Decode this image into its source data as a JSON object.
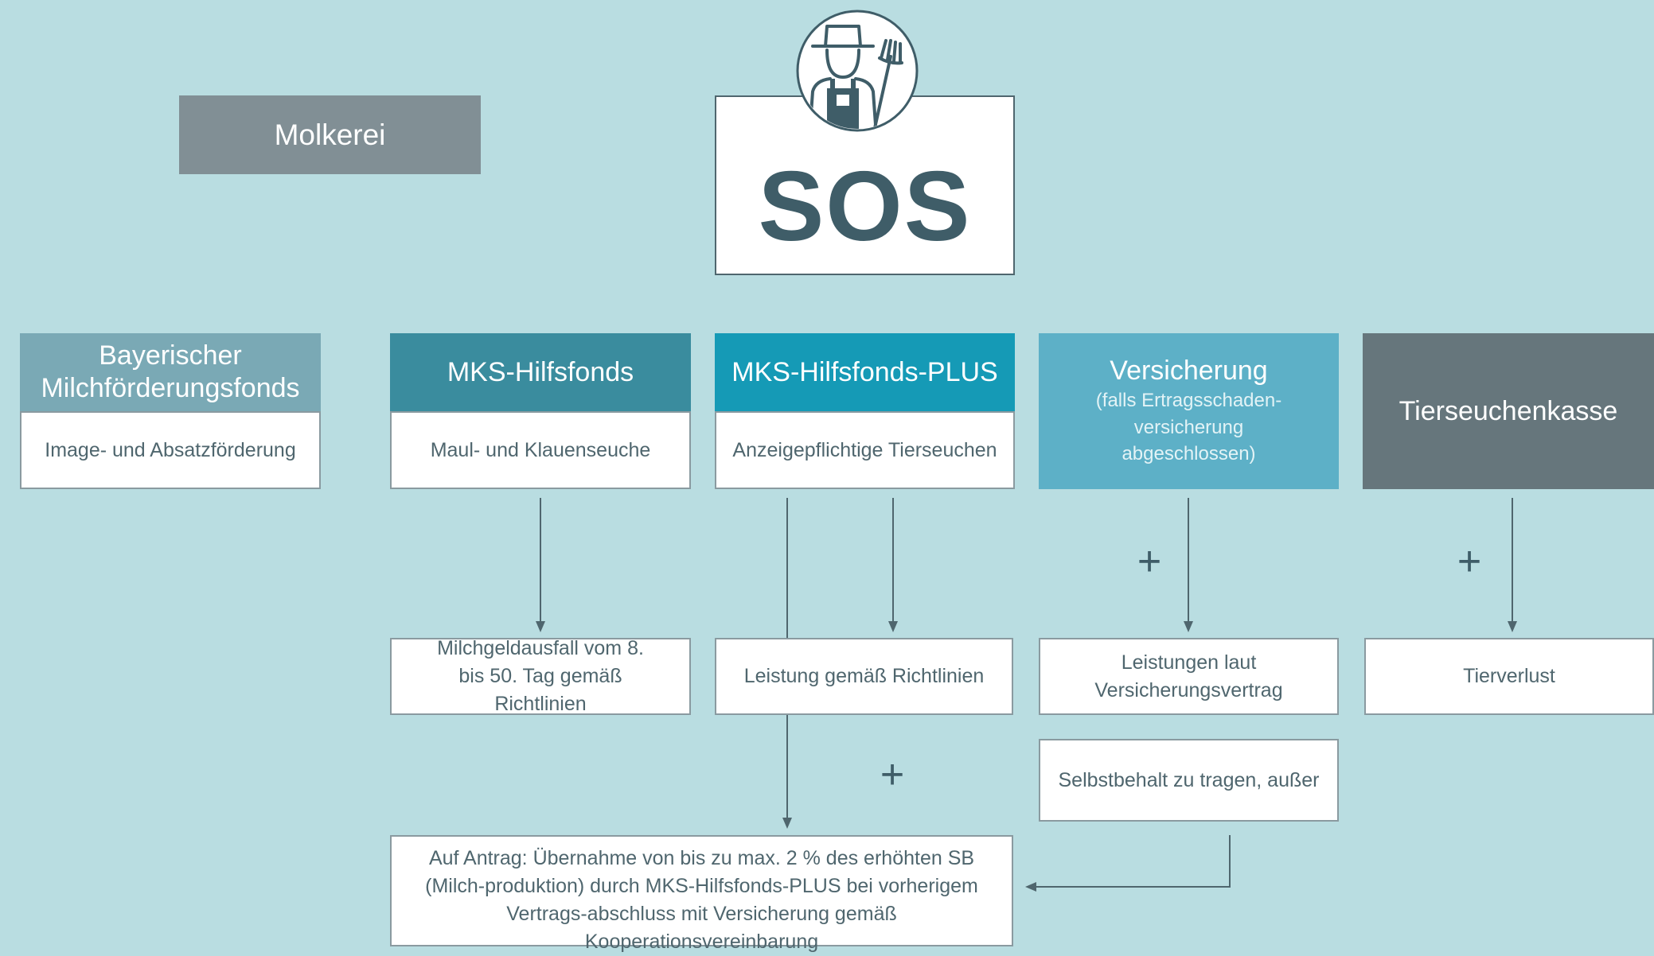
{
  "molkerei": "Molkerei",
  "sos": "SOS",
  "columns": {
    "bayern": {
      "title": "Bayerischer Milchförderungsfonds",
      "body": "Image- und Absatzförderung",
      "color": "#7aa9b5"
    },
    "mks": {
      "title": "MKS-Hilfsfonds",
      "body": "Maul- und Klauenseuche",
      "color": "#3a8c9e"
    },
    "mksplus": {
      "title": "MKS-Hilfsfonds-PLUS",
      "body": "Anzeigepflichtige Tierseuchen",
      "color": "#159ab6"
    },
    "versicherung": {
      "title": "Versicherung",
      "subtitle": "(falls Ertragsschaden-versicherung abgeschlossen)",
      "color": "#5db0c7"
    },
    "tierseuchenkasse": {
      "title": "Tierseuchenkasse",
      "color": "#66767c"
    }
  },
  "results": {
    "milchgeld": "Milchgeldausfall vom 8. bis 50. Tag gemäß Richtlinien",
    "leistung_richtlinien": "Leistung gemäß Richtlinien",
    "leistungen_versicherung": "Leistungen laut Versicherungsvertrag",
    "tierverlust": "Tierverlust",
    "selbstbehalt": "Selbstbehalt zu tragen, außer",
    "antrag": "Auf Antrag: Übernahme von bis zu max. 2 % des erhöhten SB (Milch-produktion) durch MKS-Hilfsfonds-PLUS bei vorherigem Vertrags-abschluss mit Versicherung gemäß Kooperationsvereinbarung"
  },
  "plus_sign": "+",
  "colors": {
    "background": "#b9dde1",
    "line": "#4f666e",
    "text_dark": "#3f5d68"
  },
  "icons": {
    "farmer": "farmer-icon"
  }
}
